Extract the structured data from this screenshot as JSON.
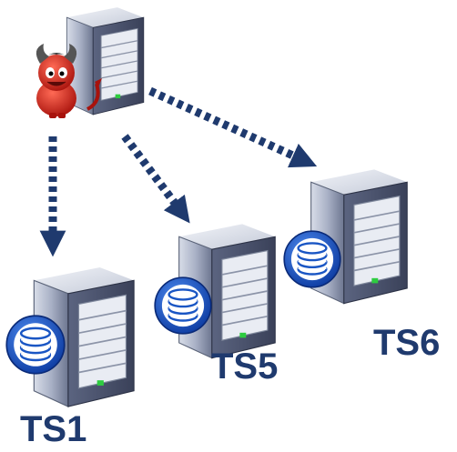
{
  "nodes": {
    "attacker_server": {
      "icon": "devil-icon"
    },
    "ts1": {
      "label": "TS1",
      "icon": "database-icon"
    },
    "ts5": {
      "label": "TS5",
      "icon": "database-icon"
    },
    "ts6": {
      "label": "TS6",
      "icon": "database-icon"
    }
  },
  "edges": [
    {
      "from": "attacker_server",
      "to": "ts1",
      "style": "dotted-arrow"
    },
    {
      "from": "attacker_server",
      "to": "ts5",
      "style": "dotted-arrow"
    },
    {
      "from": "attacker_server",
      "to": "ts6",
      "style": "dotted-arrow"
    }
  ],
  "colors": {
    "arrow": "#1f3a6e",
    "label": "#1f3a6e",
    "server_body": "#8e97ad",
    "database_ring": "#1a56c4",
    "devil": "#d4231b"
  }
}
